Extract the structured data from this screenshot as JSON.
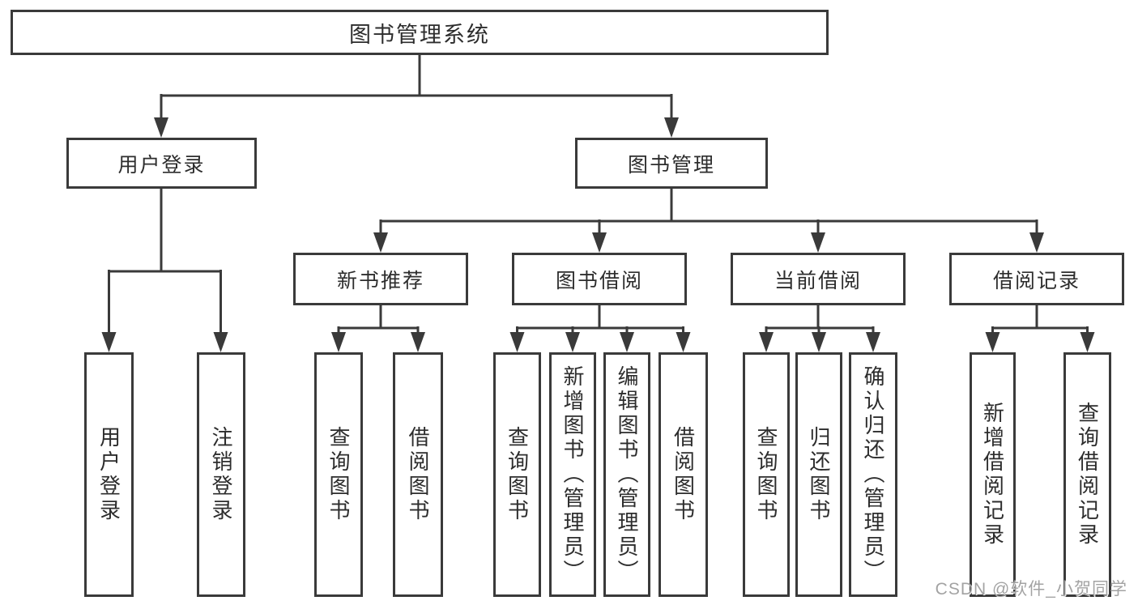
{
  "diagram_title": "图书管理系统",
  "tree": {
    "label": "图书管理系统",
    "children": [
      {
        "label": "用户登录",
        "children": [
          {
            "label": "用户登录"
          },
          {
            "label": "注销登录"
          }
        ]
      },
      {
        "label": "图书管理",
        "children": [
          {
            "label": "新书推荐",
            "children": [
              {
                "label": "查询图书"
              },
              {
                "label": "借阅图书"
              }
            ]
          },
          {
            "label": "图书借阅",
            "children": [
              {
                "label": "查询图书"
              },
              {
                "label": "新增图书（管理员）"
              },
              {
                "label": "编辑图书（管理员）"
              },
              {
                "label": "借阅图书"
              }
            ]
          },
          {
            "label": "当前借阅",
            "children": [
              {
                "label": "查询图书"
              },
              {
                "label": "归还图书"
              },
              {
                "label": "确认归还（管理员）"
              }
            ]
          },
          {
            "label": "借阅记录",
            "children": [
              {
                "label": "新增借阅记录"
              },
              {
                "label": "查询借阅记录"
              }
            ]
          }
        ]
      }
    ]
  },
  "watermark": "CSDN @软件_小贺同学",
  "colors": {
    "line": "#3a3a3a",
    "box_border": "#3a3a3a",
    "text": "#2d2d2d",
    "watermark": "#9e9e9e",
    "background": "#ffffff"
  }
}
